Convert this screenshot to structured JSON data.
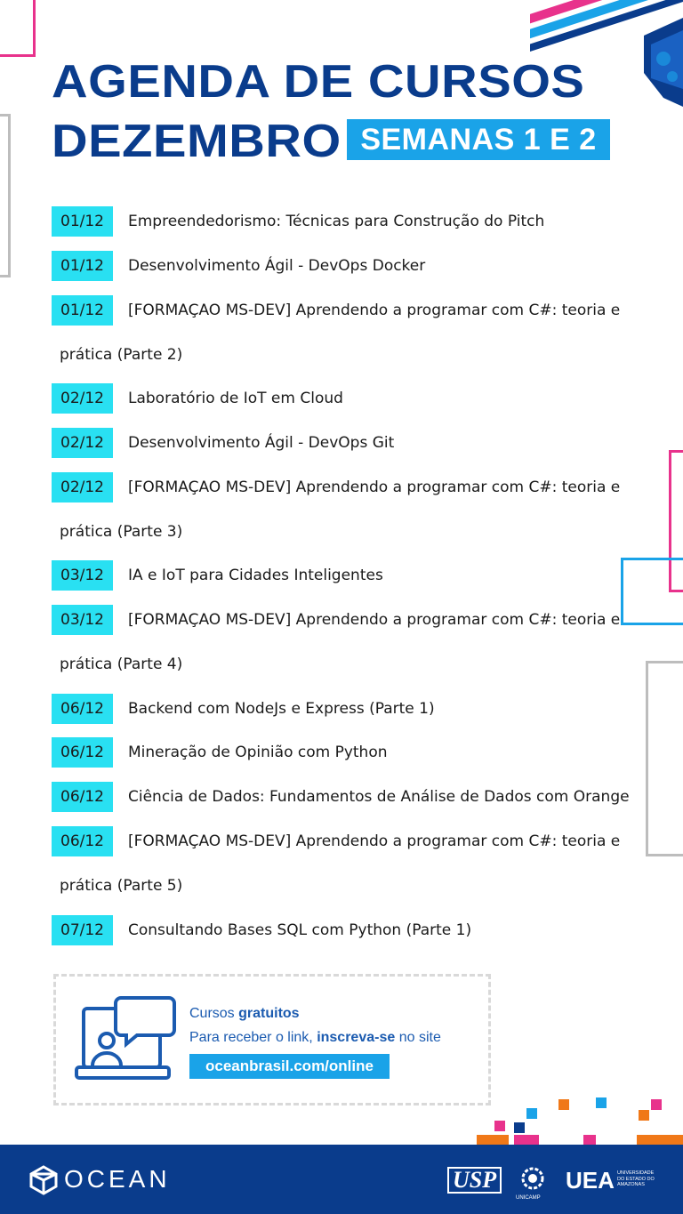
{
  "header": {
    "title_line1": "AGENDA DE CURSOS",
    "title_line2": "DEZEMBRO",
    "weeks_badge": "SEMANAS 1 E 2"
  },
  "courses": [
    {
      "date": "01/12",
      "title": "Empreendedorismo: Técnicas para Construção do Pitch",
      "continuation": ""
    },
    {
      "date": "01/12",
      "title": "Desenvolvimento Ágil - DevOps Docker",
      "continuation": ""
    },
    {
      "date": "01/12",
      "title": "[FORMAÇAO MS-DEV] Aprendendo a programar com C#: teoria e",
      "continuation": "prática (Parte 2)"
    },
    {
      "date": "02/12",
      "title": "Laboratório de IoT em Cloud",
      "continuation": ""
    },
    {
      "date": "02/12",
      "title": "Desenvolvimento Ágil - DevOps Git",
      "continuation": ""
    },
    {
      "date": "02/12",
      "title": "[FORMAÇAO MS-DEV] Aprendendo a programar com C#: teoria e",
      "continuation": "prática (Parte 3)"
    },
    {
      "date": "03/12",
      "title": "IA e IoT para Cidades Inteligentes",
      "continuation": ""
    },
    {
      "date": "03/12",
      "title": "[FORMAÇAO MS-DEV] Aprendendo a programar com C#: teoria e",
      "continuation": "prática (Parte 4)"
    },
    {
      "date": "06/12",
      "title": "Backend com NodeJs e Express (Parte 1)",
      "continuation": ""
    },
    {
      "date": "06/12",
      "title": "Mineração de Opinião com Python",
      "continuation": ""
    },
    {
      "date": "06/12",
      "title": "Ciência de Dados: Fundamentos de Análise de Dados com Orange",
      "continuation": ""
    },
    {
      "date": "06/12",
      "title": "[FORMAÇAO MS-DEV] Aprendendo a programar com C#: teoria e",
      "continuation": "prática (Parte 5)"
    },
    {
      "date": "07/12",
      "title": "Consultando Bases SQL com Python (Parte 1)",
      "continuation": ""
    }
  ],
  "info": {
    "line1_prefix": "Cursos ",
    "line1_bold": "gratuitos",
    "line2_prefix": "Para receber o link, ",
    "line2_bold": "inscreva-se",
    "line2_suffix": " no site",
    "link": "oceanbrasil.com/online",
    "icon": "online-class-chat-icon"
  },
  "footer": {
    "brand": "OCEAN",
    "logo_usp": "USP",
    "logo_unicamp": "UNICAMP",
    "logo_uea": "UEA",
    "logo_uea_sub": "UNIVERSIDADE DO ESTADO DO AMAZONAS"
  },
  "colors": {
    "navy": "#0a3c8c",
    "cyan": "#29e0f2",
    "blue": "#1aa3e8",
    "pink": "#e8328c",
    "orange": "#f07818",
    "gray": "#bdbdbd"
  }
}
